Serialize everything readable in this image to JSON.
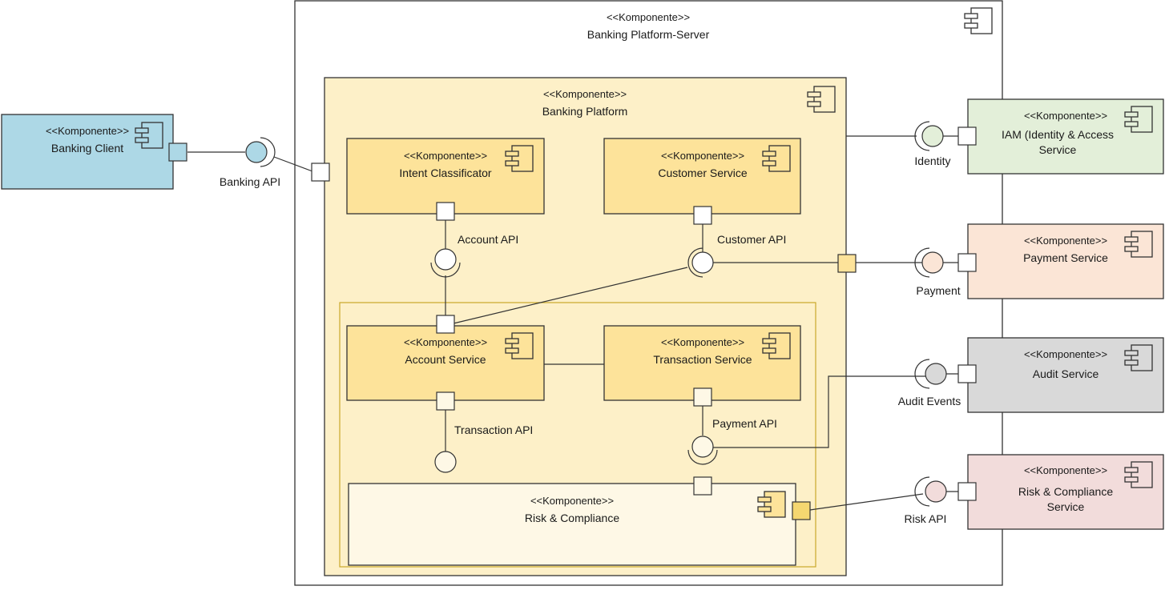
{
  "diagram": {
    "stereotype": "<<Komponente>>",
    "server": {
      "name": "Banking Platform-Server"
    },
    "platform": {
      "name": "Banking Platform"
    },
    "client": {
      "name": "Banking Client"
    },
    "internal_components": {
      "intent": {
        "name": "Intent Classificator"
      },
      "customer": {
        "name": "Customer Service"
      },
      "account": {
        "name": "Account Service"
      },
      "transaction": {
        "name": "Transaction Service"
      },
      "risk": {
        "name": "Risk & Compliance"
      }
    },
    "external_services": {
      "iam": {
        "line1": "IAM (Identity & Access",
        "line2": "Service"
      },
      "payment": {
        "name": "Payment Service"
      },
      "audit": {
        "name": "Audit Service"
      },
      "risk": {
        "line1": "Risk & Compliance",
        "line2": "Service"
      }
    },
    "interfaces": {
      "banking_api": "Banking API",
      "account_api": "Account API",
      "customer_api": "Customer API",
      "transaction_api": "Transaction API",
      "payment_api": "Payment API",
      "identity": "Identity",
      "payment": "Payment",
      "audit_events": "Audit Events",
      "risk_api": "Risk API"
    },
    "colors": {
      "client": "#add8e6",
      "platform": "#fdf0c8",
      "component": "#fde39a",
      "risk_internal": "#fef8e6",
      "iam": "#e3efd9",
      "payment": "#fbe5d6",
      "audit": "#d9d9d9",
      "risk_external": "#f2dcdb"
    }
  }
}
